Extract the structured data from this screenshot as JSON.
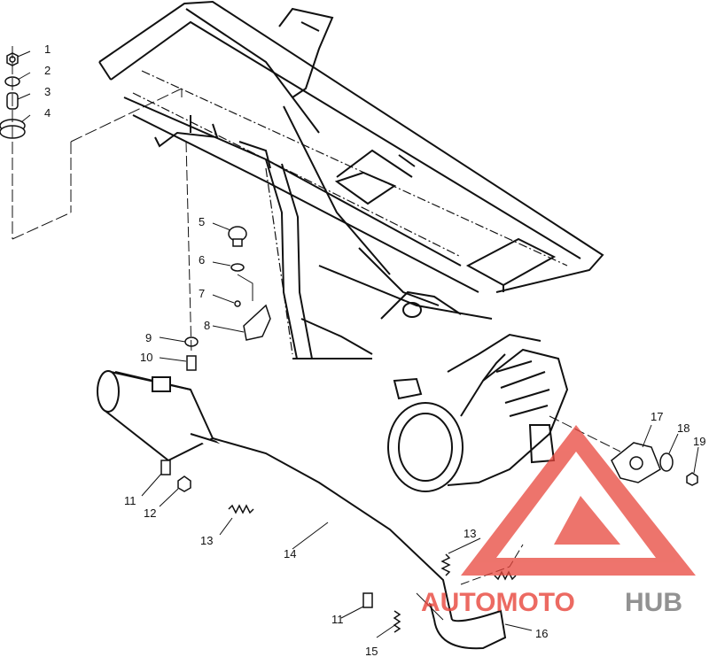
{
  "callouts": {
    "c1": "1",
    "c2": "2",
    "c3": "3",
    "c4": "4",
    "c5": "5",
    "c6": "6",
    "c7": "7",
    "c8": "8",
    "c9": "9",
    "c10": "10",
    "c11a": "11",
    "c11b": "11",
    "c12": "12",
    "c13a": "13",
    "c13b": "13",
    "c14": "14",
    "c15": "15",
    "c16": "16",
    "c17": "17",
    "c18": "18",
    "c19": "19"
  },
  "watermark": {
    "part1": "AUTOMOTO",
    "part2": "HUB",
    "color_brand": "#e8463c",
    "color_gray": "#808080"
  },
  "colors": {
    "line": "#111111",
    "background": "#ffffff"
  }
}
